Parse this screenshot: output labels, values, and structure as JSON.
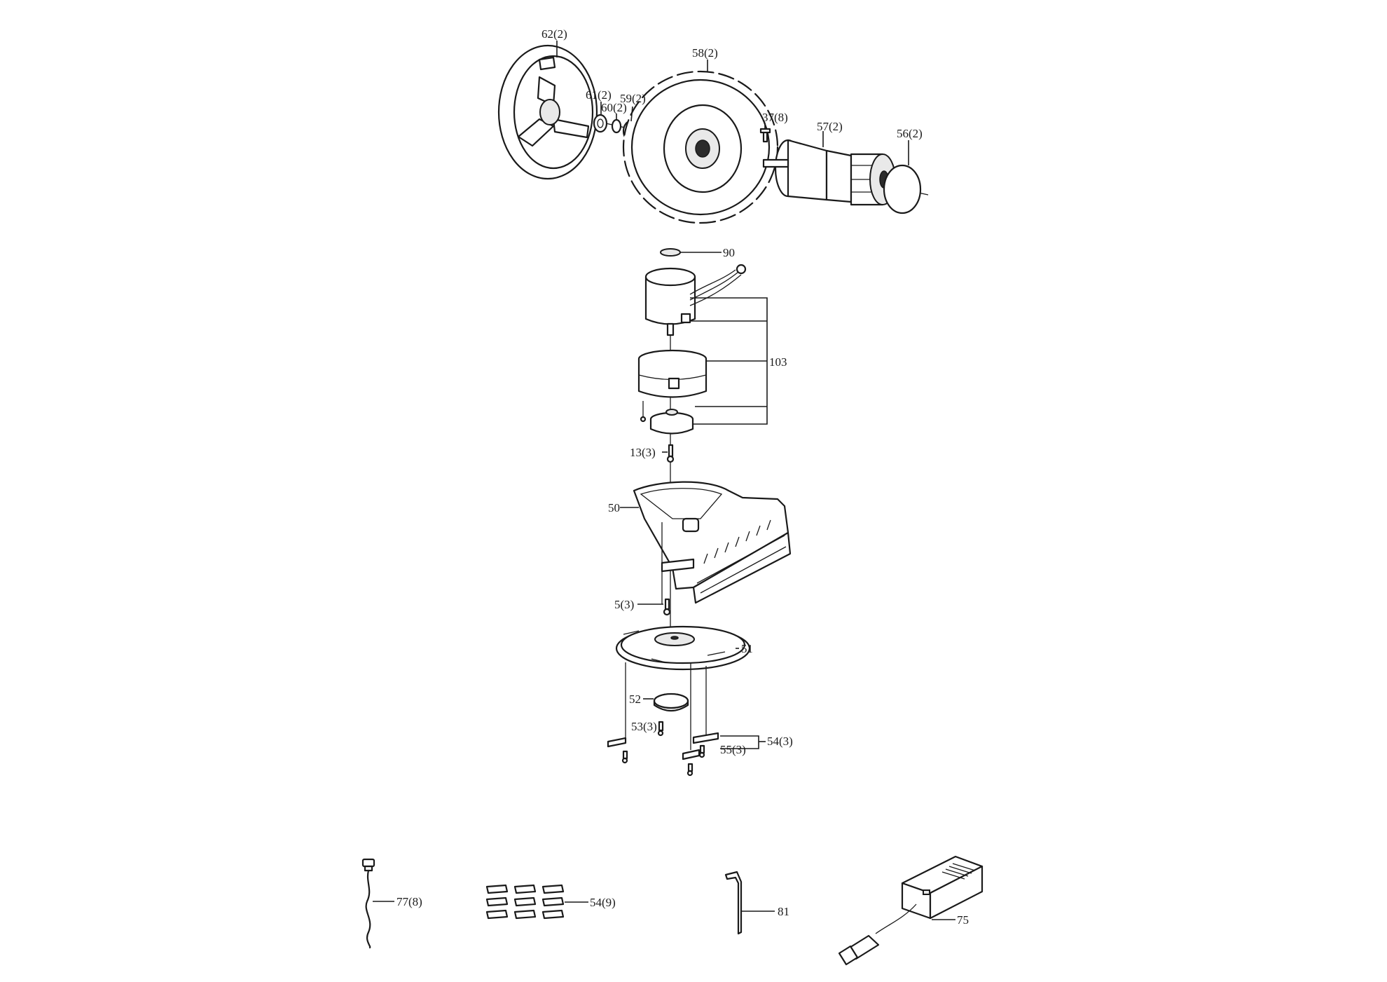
{
  "callouts": {
    "c62": "62(2)",
    "c58": "58(2)",
    "c61": "61(2)",
    "c60": "60(2)",
    "c59": "59(2)",
    "c37": "37(8)",
    "c57": "57(2)",
    "c56": "56(2)",
    "c90": "90",
    "c103": "103",
    "c13": "13(3)",
    "c50": "50",
    "c5": "5(3)",
    "c51": "51",
    "c52": "52",
    "c53": "53(3)",
    "c54": "54(3)",
    "c55": "55(3)",
    "c77": "77(8)",
    "c54b": "54(9)",
    "c81": "81",
    "c75": "75"
  }
}
